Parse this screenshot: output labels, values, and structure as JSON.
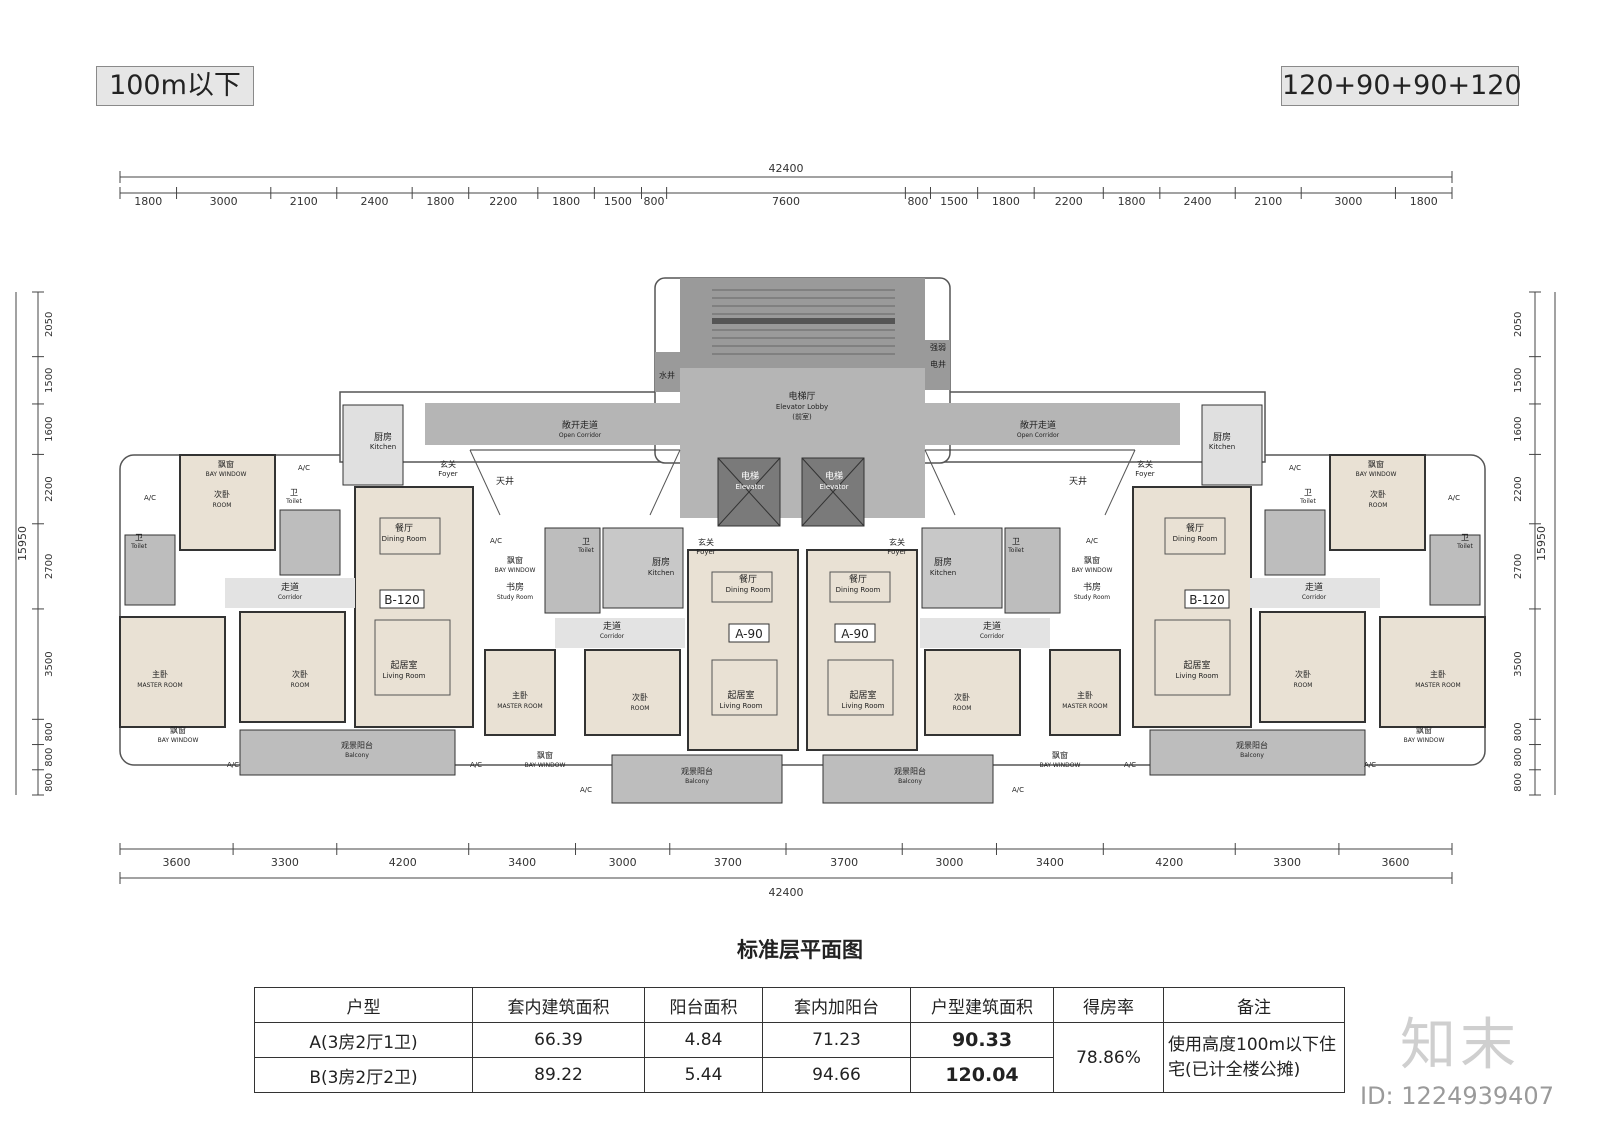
{
  "tags": {
    "left": "100m以下",
    "right": "120+90+90+120"
  },
  "dims": {
    "total": "42400",
    "top": [
      "1800",
      "3000",
      "2100",
      "2400",
      "1800",
      "2200",
      "1800",
      "1500",
      "800",
      "7600",
      "800",
      "1500",
      "1800",
      "2200",
      "1800",
      "2400",
      "2100",
      "3000",
      "1800"
    ],
    "bottom": [
      "3600",
      "3300",
      "4200",
      "3400",
      "3000",
      "3700",
      "3700",
      "3000",
      "3400",
      "4200",
      "3300",
      "3600"
    ],
    "side": [
      "2050",
      "1500",
      "1600",
      "2200",
      "2700",
      "3500",
      "800",
      "800",
      "800"
    ],
    "depth": "15950"
  },
  "labels": {
    "elevator_lobby": [
      "电梯厅",
      "Elevator Lobby",
      "(前室)"
    ],
    "water_shaft": "水井",
    "weak_elec": [
      "强弱",
      "电井"
    ],
    "open_corridor": [
      "敞开走道",
      "Open Corridor"
    ],
    "atrium": "天井",
    "elevator": [
      "电梯",
      "Elevator"
    ],
    "kitchen": [
      "厨房",
      "Kitchen"
    ],
    "foyer": [
      "玄关",
      "Foyer"
    ],
    "dining": [
      "餐厅",
      "Dining Room"
    ],
    "living": [
      "起居室",
      "Living Room"
    ],
    "master": [
      "主卧",
      "MASTER ROOM"
    ],
    "bedroom": [
      "次卧",
      "ROOM"
    ],
    "study": [
      "书房",
      "Study Room"
    ],
    "bay_window": [
      "飘窗",
      "BAY WINDOW"
    ],
    "toilet": [
      "卫",
      "Toilet"
    ],
    "corridor": [
      "走道",
      "Corridor"
    ],
    "balcony": [
      "观景阳台",
      "Balcony"
    ],
    "ac": "A/C",
    "unit_a": "A-90",
    "unit_b": "B-120"
  },
  "plan_title": "标准层平面图",
  "table": {
    "headers": [
      "户型",
      "套内建筑面积",
      "阳台面积",
      "套内加阳台",
      "户型建筑面积",
      "得房率",
      "备注"
    ],
    "rows": [
      {
        "type": "A(3房2厅1卫)",
        "inner": "66.39",
        "balcony": "4.84",
        "inner_plus": "71.23",
        "gross": "90.33"
      },
      {
        "type": "B(3房2厅2卫)",
        "inner": "89.22",
        "balcony": "5.44",
        "inner_plus": "94.66",
        "gross": "120.04"
      }
    ],
    "ratio": "78.86%",
    "note": "使用高度100m以下住宅(已计全楼公摊)"
  },
  "brand": "知末",
  "id_text": "ID: 1224939407",
  "colors": {
    "wall": "#333333",
    "public": "#9a9a9a",
    "beige": "#e9e1d4",
    "light": "#dcdcdc",
    "accent": "#d31d1d"
  }
}
